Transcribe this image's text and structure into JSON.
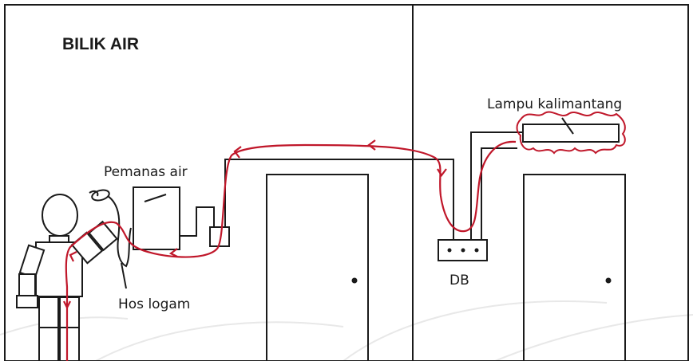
{
  "title": "BILIK AIR",
  "labels": {
    "heater": "Pemanas air",
    "fluorescent_lamp": "Lampu kalimantang",
    "distribution_board": "DB",
    "metal_hose": "Hos logam"
  },
  "colors": {
    "wire": "#1a1a1a",
    "current_path": "#c0172a",
    "background": "#ffffff",
    "decor_swirl": "#e6e6e6"
  },
  "icons": [
    "person-icon",
    "shower-head-icon",
    "water-heater-icon",
    "switch-icon",
    "door-icon",
    "distribution-board-icon",
    "fluorescent-lamp-icon",
    "arrow-icon"
  ]
}
